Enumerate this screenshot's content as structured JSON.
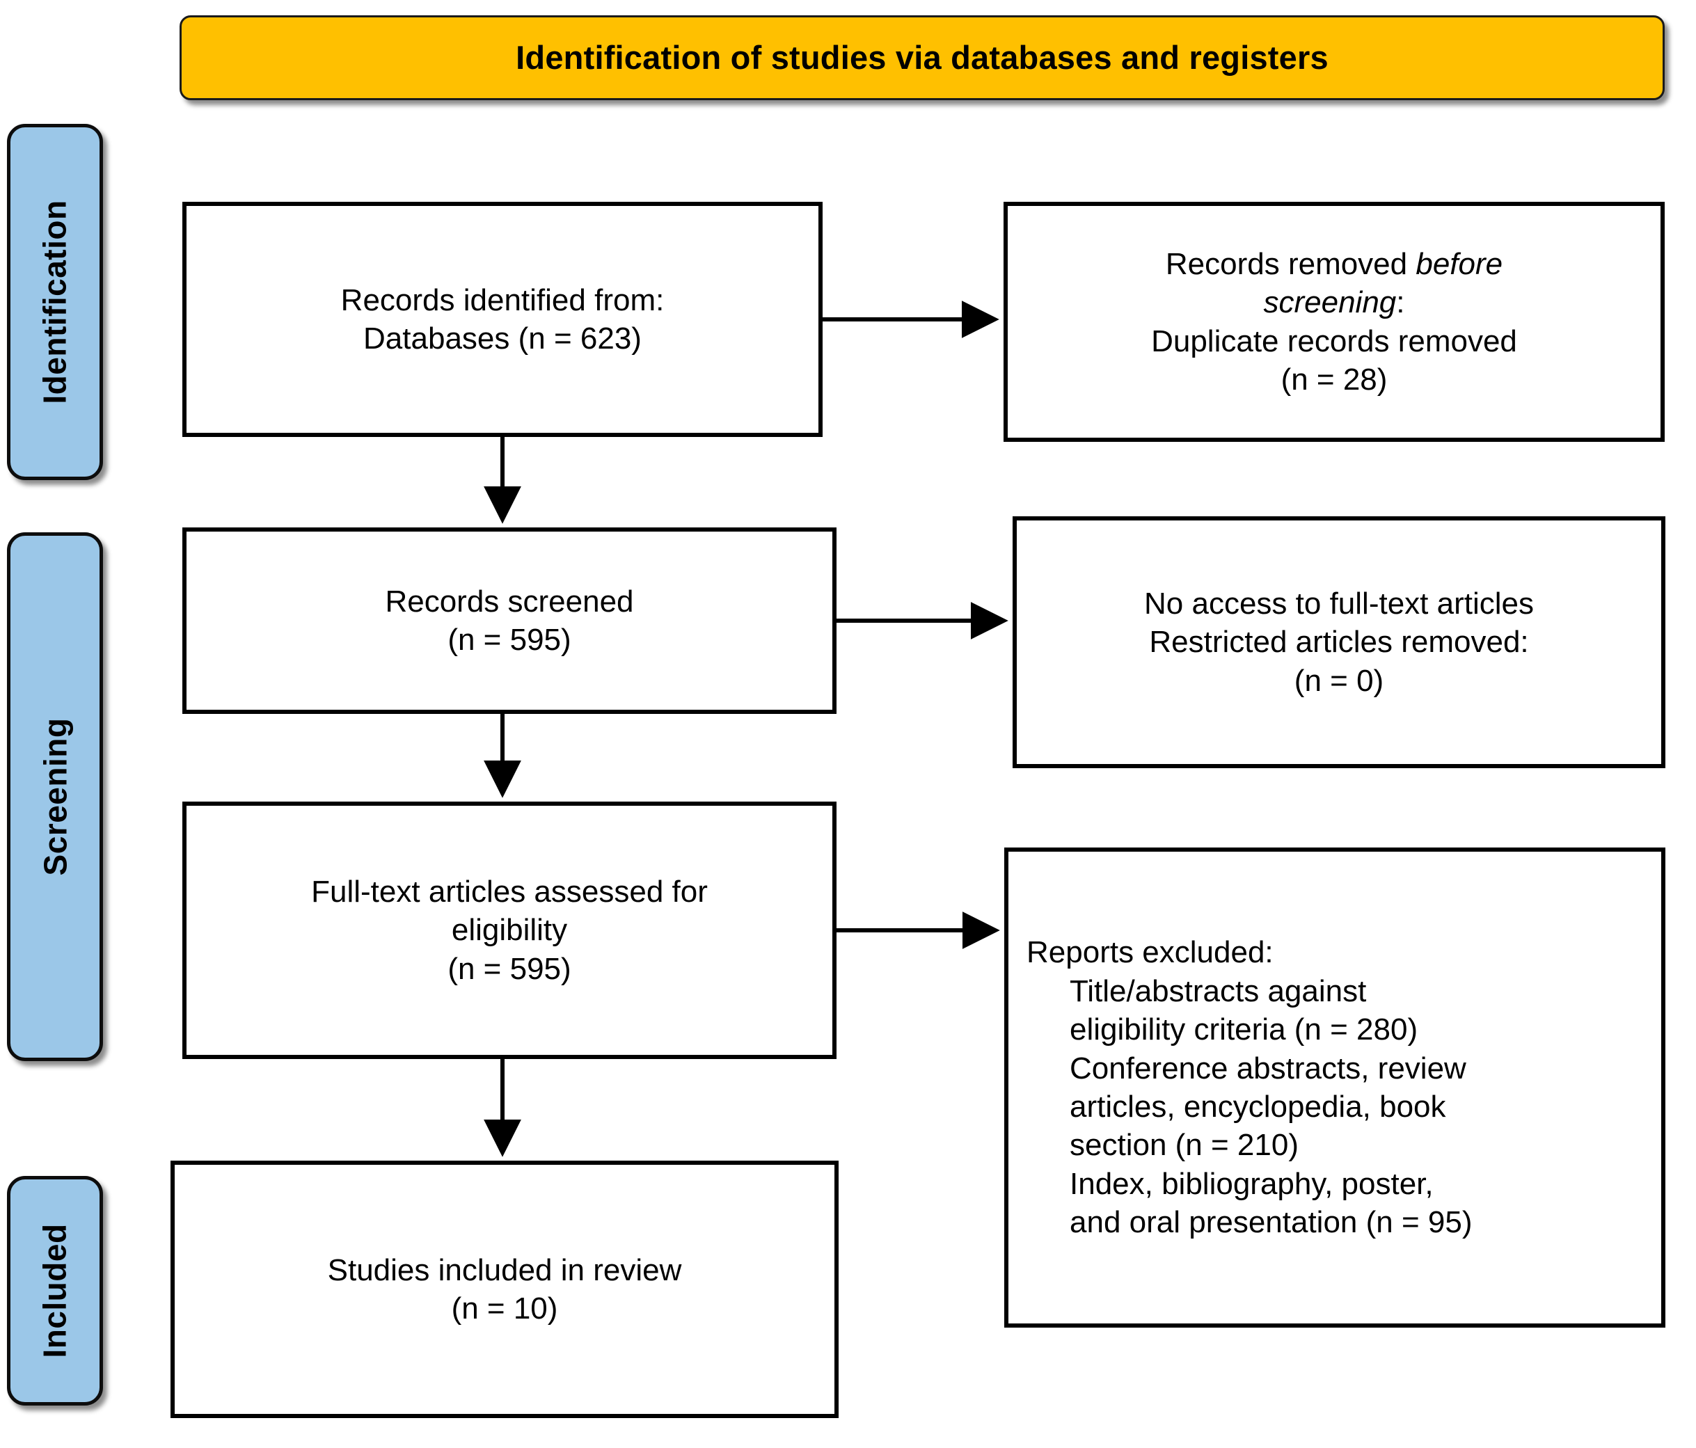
{
  "header": {
    "title": "Identification of studies via databases and registers",
    "background_color": "#FFC000"
  },
  "stages": [
    {
      "id": "identification",
      "label": "Identification",
      "color": "#9BC7E8"
    },
    {
      "id": "screening",
      "label": "Screening",
      "color": "#9BC7E8"
    },
    {
      "id": "included",
      "label": "Included",
      "color": "#9BC7E8"
    }
  ],
  "boxes": {
    "identified": {
      "name": "records-identified",
      "lines": [
        "Records identified from:",
        "Databases (n = 623)"
      ],
      "count": 623
    },
    "removed_before": {
      "name": "records-removed-before-screening",
      "line1_plain": "Records removed ",
      "line1_italic": "before",
      "line2_italic": "screening",
      "line2_plain": ":",
      "line3": "Duplicate records removed",
      "line4": "(n = 28)",
      "count": 28
    },
    "screened": {
      "name": "records-screened",
      "lines": [
        "Records screened",
        "(n = 595)"
      ],
      "count": 595
    },
    "no_access": {
      "name": "no-access-removed",
      "lines": [
        "No access to full-text articles",
        "Restricted articles removed:",
        "(n = 0)"
      ],
      "count": 0
    },
    "fulltext": {
      "name": "fulltext-assessed",
      "lines": [
        "Full-text articles assessed for",
        "eligibility",
        "(n = 595)"
      ],
      "count": 595
    },
    "reports_excluded": {
      "name": "reports-excluded",
      "heading": "Reports excluded:",
      "reasons": [
        {
          "text_line1": "Title/abstracts against",
          "text_line2": "eligibility criteria (n = 280)",
          "count": 280
        },
        {
          "text_line1": "Conference abstracts, review",
          "text_line2": "articles, encyclopedia, book",
          "text_line3": "section (n = 210)",
          "count": 210
        },
        {
          "text_line1": "Index, bibliography, poster,",
          "text_line2": "and oral presentation (n = 95)",
          "count": 95
        }
      ]
    },
    "included": {
      "name": "studies-included",
      "lines": [
        "Studies included in review",
        "(n = 10)"
      ],
      "count": 10
    }
  }
}
